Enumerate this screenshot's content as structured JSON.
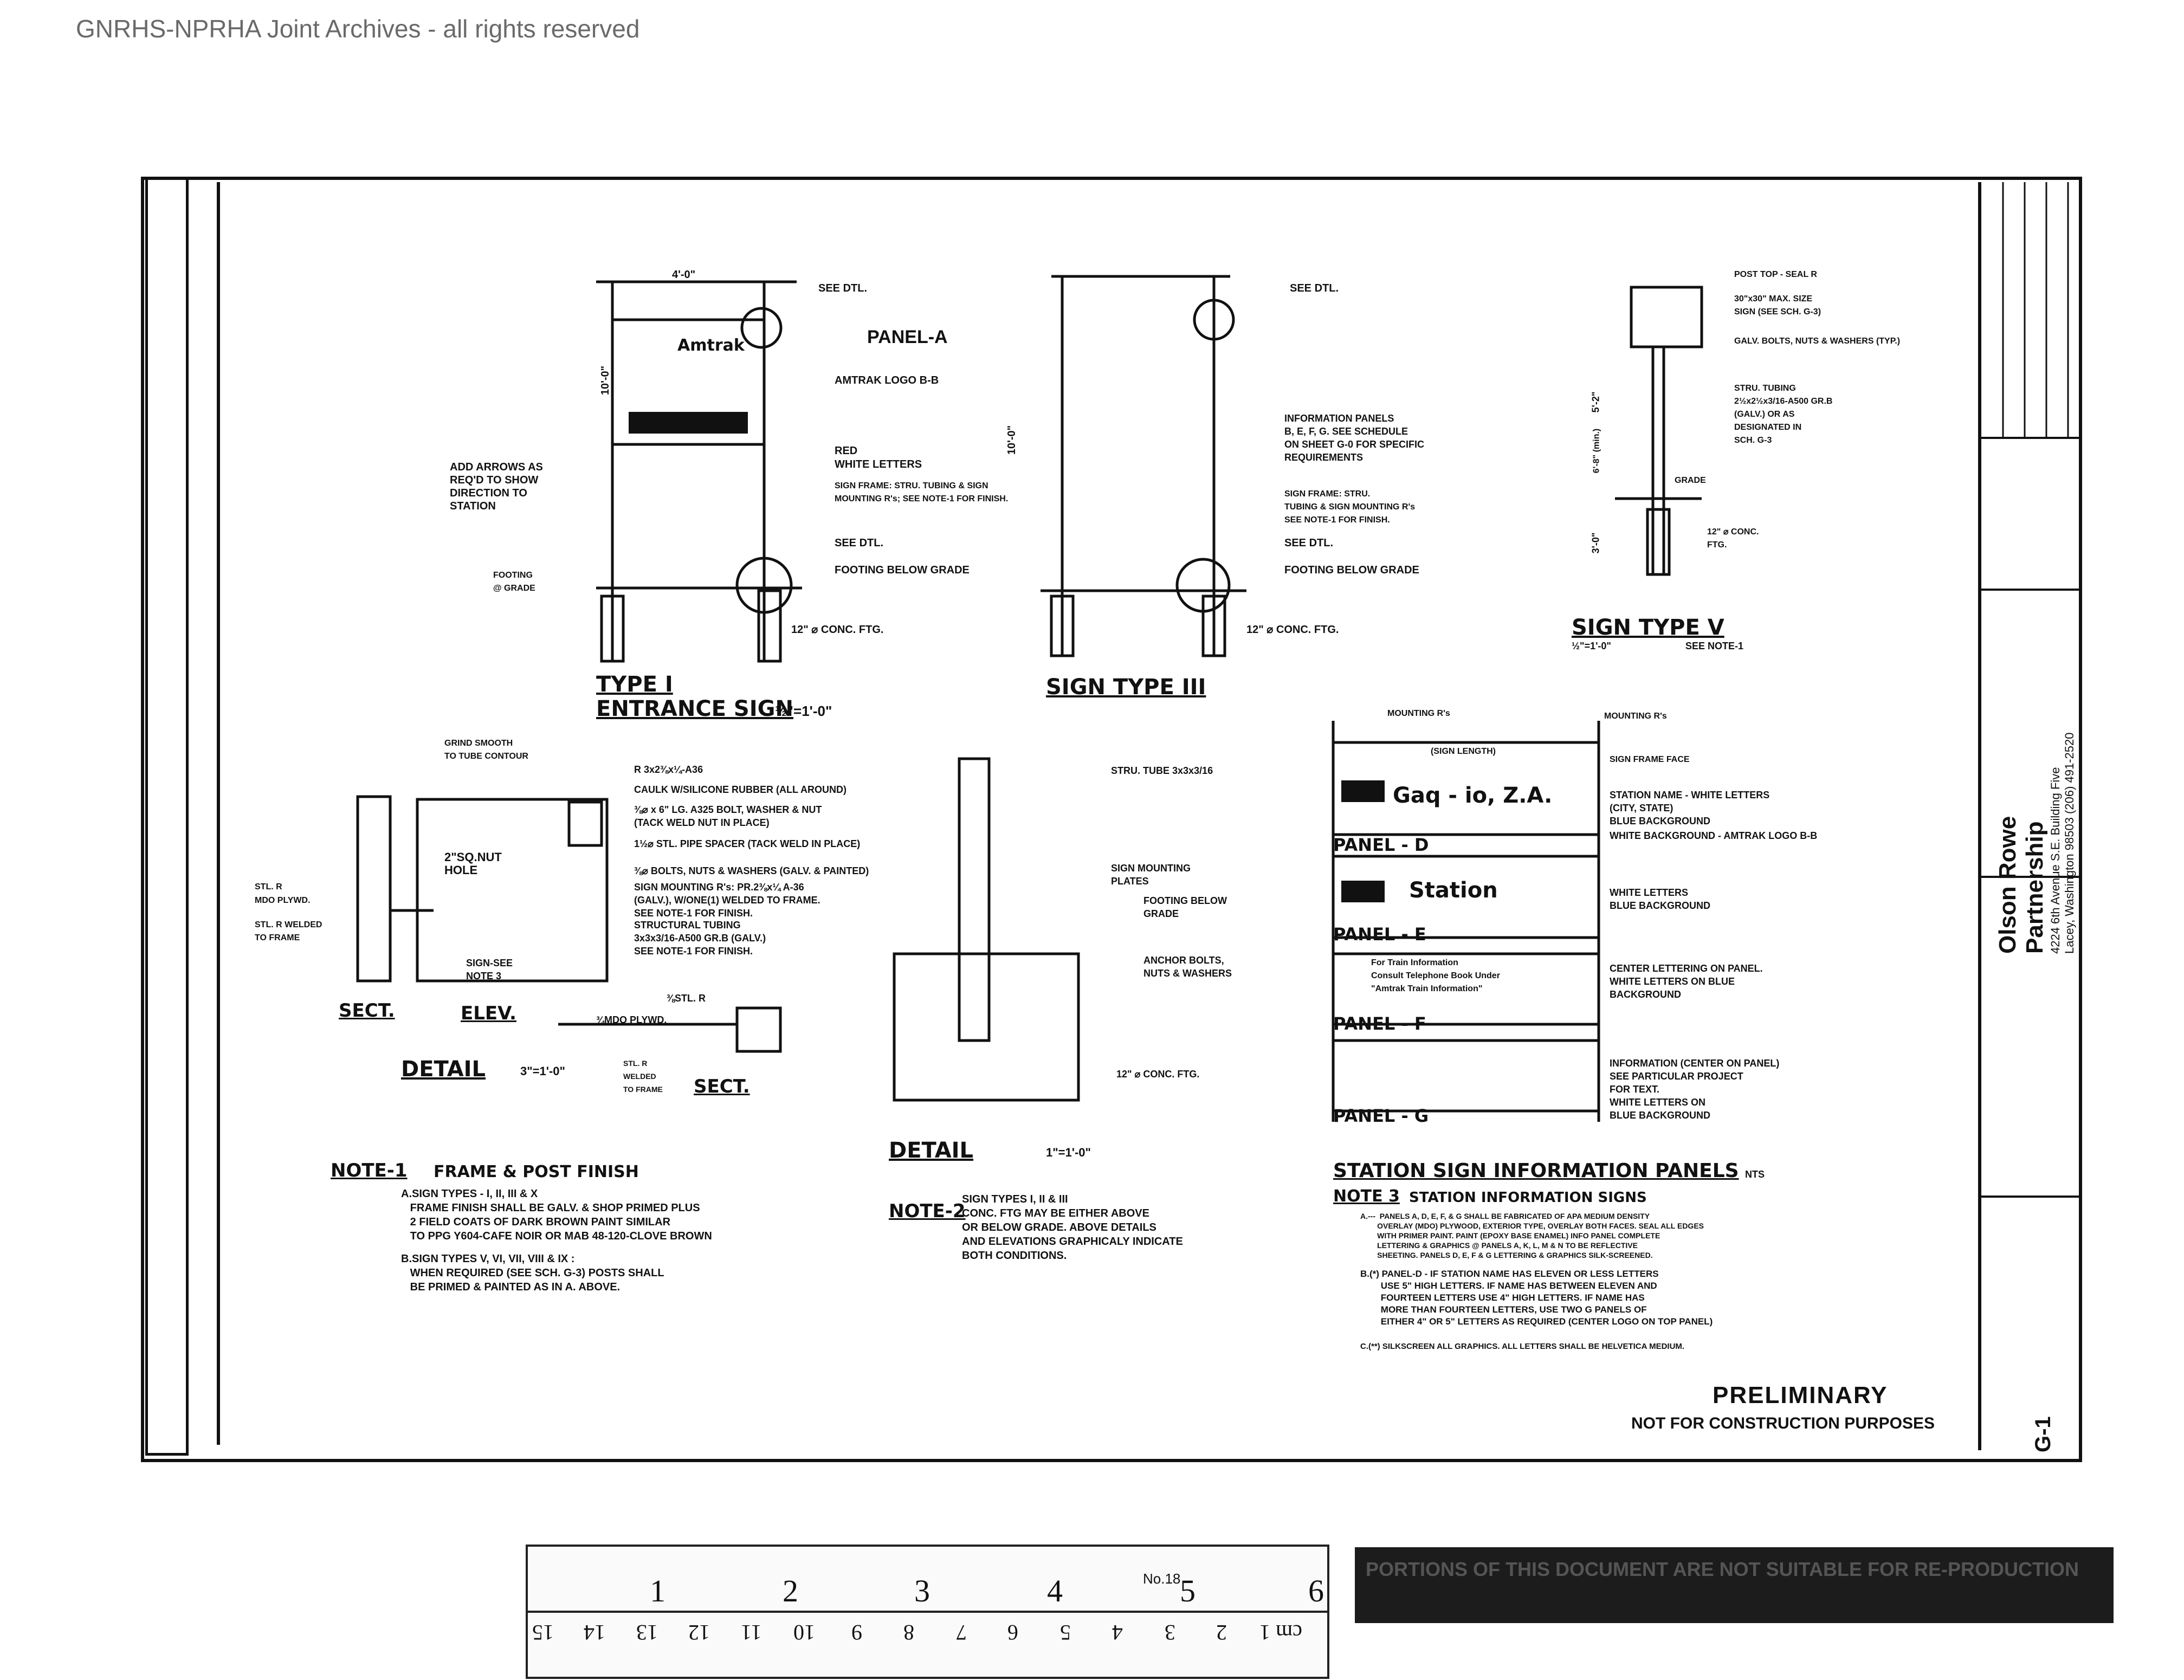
{
  "watermark": "GNRHS-NPRHA Joint Archives - all rights reserved",
  "title_block": {
    "firm": "Olson Rowe Partnership",
    "address": "4224 6th Avenue S.E. Building Five",
    "city": "Lacey, Washington 98503 (206) 491-2520",
    "sheet": "G-1"
  },
  "stamp": {
    "preliminary": "PRELIMINARY",
    "not_for": "NOT FOR CONSTRUCTION PURPOSES"
  },
  "views": {
    "type1_title": "TYPE I",
    "type1_sub": "ENTRANCE SIGN",
    "type1_scale": "½\"=1'-0\"",
    "type3_title": "SIGN TYPE III",
    "type5_title": "SIGN TYPE V",
    "type5_scale": "½\"=1'-0\"",
    "type5_note": "SEE NOTE-1",
    "detail1_title": "DETAIL",
    "detail1_scale": "3\"=1'-0\"",
    "detail2_title": "DETAIL",
    "detail2_scale": "1\"=1'-0\"",
    "sect_a": "SECT.",
    "elev": "ELEV.",
    "sect_b": "SECT.",
    "panels_title": "STATION SIGN INFORMATION PANELS",
    "panels_nts": "NTS"
  },
  "type1_labels": {
    "amtrak": "Amtrak",
    "panel": "PANEL-A",
    "logo": "AMTRAK LOGO B-B",
    "red": "RED",
    "white": "WHITE LETTERS",
    "frame": "SIGN FRAME: STRU. TUBING & SIGN\nMOUNTING R's; SEE NOTE-1 FOR FINISH.",
    "arrows": "ADD ARROWS AS\nREQ'D TO SHOW\nDIRECTION TO\nSTATION",
    "see_dtl_top": "SEE DTL.",
    "see_dtl_bot": "SEE DTL.",
    "footing": "FOOTING BELOW GRADE",
    "footing_grade": "FOOTING\n@ GRADE",
    "conc": "12\" ⌀ CONC. FTG.",
    "height": "10'-0\"",
    "width": "4'-0\""
  },
  "type3_labels": {
    "see_dtl_top": "SEE DTL.",
    "info": "INFORMATION PANELS\nB, E, F, G. SEE SCHEDULE\nON SHEET G-0 FOR SPECIFIC\nREQUIREMENTS",
    "frame": "SIGN FRAME: STRU.\nTUBING & SIGN MOUNTING R's\nSEE NOTE-1 FOR FINISH.",
    "see_dtl_bot": "SEE DTL.",
    "footing": "FOOTING BELOW GRADE",
    "conc": "12\" ⌀ CONC. FTG.",
    "height": "10'-0\""
  },
  "type5_labels": {
    "post_top": "POST TOP - SEAL R",
    "max": "30\"x30\" MAX. SIZE\nSIGN (SEE SCH. G-3)",
    "bolts": "GALV. BOLTS, NUTS & WASHERS (TYP.)",
    "tube": "STRU. TUBING\n2½x2½x3/16-A500 GR.B\n(GALV.) OR AS\nDESIGNATED IN\nSCH. G-3",
    "grade": "GRADE",
    "conc": "12\" ⌀ CONC.\nFTG.",
    "h1": "5'-2\"",
    "h2": "6'-8\" (min.)",
    "h3": "3'-0\""
  },
  "detail_labels": {
    "grind": "GRIND SMOOTH\nTO TUBE CONTOUR",
    "plate": "R 3x2⅜x¼-A36",
    "caulk": "CAULK W/SILICONE RUBBER (ALL AROUND)",
    "bolt": "⅜⌀ x 6\" LG. A325 BOLT, WASHER & NUT\n(TACK WELD NUT IN PLACE)",
    "spacer": "1½⌀ STL. PIPE SPACER (TACK WELD IN PLACE)",
    "hole": "2\"SQ.NUT\nHOLE",
    "bolts": "⅜⌀ BOLTS, NUTS & WASHERS (GALV. & PAINTED)",
    "mount": "SIGN MOUNTING R's: PR.2⅜x¼ A-36\n(GALV.), W/ONE(1) WELDED TO FRAME.\nSEE NOTE-1 FOR FINISH.",
    "tubing": "STRUCTURAL TUBING\n3x3x3/16-A500 GR.B (GALV.)\nSEE NOTE-1 FOR FINISH.",
    "stl": "STL. R",
    "mdo": "MDO PLYWD.",
    "welded": "STL. R WELDED\nTO FRAME",
    "sign": "SIGN-SEE\nNOTE 3",
    "mdo2": "¾MDO PLYWD.",
    "stl2": "⅜STL. R",
    "welded2": "STL. R\nWELDED\nTO FRAME"
  },
  "detail2_labels": {
    "tube": "STRU. TUBE 3x3x3/16",
    "text1": "SIGN MOUNTING\nPLATES",
    "text2": "FOOTING BELOW\nGRADE",
    "text3": "ANCHOR BOLTS,\nNUTS & WASHERS",
    "conc": "12\" ⌀ CONC. FTG."
  },
  "panels": {
    "top1": "MOUNTING R's",
    "top2": "MOUNTING R's",
    "sign_length": "(SIGN LENGTH)",
    "frame_face": "SIGN FRAME FACE",
    "station_text": "Gaq - io, Z.A.",
    "station_note": "STATION NAME - WHITE LETTERS\n(CITY, STATE)\nBLUE BACKGROUND",
    "white_bg": "WHITE BACKGROUND - AMTRAK LOGO B-B",
    "panel_d": "PANEL - D",
    "station2": "Station",
    "white_letters": "WHITE LETTERS\nBLUE BACKGROUND",
    "panel_e": "PANEL - E",
    "train_info": "For Train Information\nConsult Telephone Book Under\n\"Amtrak Train Information\"",
    "center": "CENTER LETTERING ON PANEL.\nWHITE LETTERS ON BLUE\nBACKGROUND",
    "panel_f": "PANEL - F",
    "information": "INFORMATION (CENTER ON PANEL)\nSEE PARTICULAR PROJECT\nFOR TEXT.\nWHITE LETTERS ON\nBLUE BACKGROUND",
    "panel_g": "PANEL - G"
  },
  "notes": {
    "note1_title": "NOTE-1",
    "note1_head": "FRAME & POST FINISH",
    "note1_a": "A.SIGN TYPES - I, II, III & X\n   FRAME FINISH SHALL BE GALV. & SHOP PRIMED PLUS\n   2 FIELD COATS OF DARK BROWN PAINT SIMILAR\n   TO PPG Y604-CAFE NOIR OR MAB 48-120-CLOVE BROWN",
    "note1_b": "B.SIGN TYPES V, VI, VII, VIII & IX :\n   WHEN REQUIRED (SEE SCH. G-3) POSTS SHALL\n   BE PRIMED & PAINTED AS IN A. ABOVE.",
    "note2_title": "NOTE-2",
    "note2_body": "SIGN TYPES I, II & III\nCONC. FTG MAY BE EITHER ABOVE\nOR BELOW GRADE. ABOVE DETAILS\nAND ELEVATIONS GRAPHICALY INDICATE\nBOTH CONDITIONS.",
    "note3_title": "NOTE 3",
    "note3_head": "STATION INFORMATION SIGNS",
    "note3_a": "A.---  PANELS A, D, E, F, & G SHALL BE FABRICATED OF APA MEDIUM DENSITY\n        OVERLAY (MDO) PLYWOOD, EXTERIOR TYPE, OVERLAY BOTH FACES. SEAL ALL EDGES\n        WITH PRIMER PAINT. PAINT (EPOXY BASE ENAMEL) INFO PANEL COMPLETE\n        LETTERING & GRAPHICS @ PANELS A, K, L, M & N TO BE REFLECTIVE\n        SHEETING. PANELS D, E, F & G LETTERING & GRAPHICS SILK-SCREENED.",
    "note3_b": "B.(*) PANEL-D - IF STATION NAME HAS ELEVEN OR LESS LETTERS\n        USE 5\" HIGH LETTERS. IF NAME HAS BETWEEN ELEVEN AND\n        FOURTEEN LETTERS USE 4\" HIGH LETTERS. IF NAME HAS\n        MORE THAN FOURTEEN LETTERS, USE TWO G PANELS OF\n        EITHER 4\" OR 5\" LETTERS AS REQUIRED (CENTER LOGO ON TOP PANEL)",
    "note3_c": "C.(**) SILKSCREEN ALL GRAPHICS. ALL LETTERS SHALL BE HELVETICA MEDIUM."
  },
  "ruler": {
    "inches": [
      "1",
      "2",
      "3",
      "4",
      "5",
      "6"
    ],
    "cm": [
      "cm 1",
      "2",
      "3",
      "4",
      "5",
      "6",
      "7",
      "8",
      "9",
      "10",
      "11",
      "12",
      "13",
      "14",
      "15"
    ],
    "model": "No.18"
  },
  "bottom_bar": "PORTIONS OF THIS DOCUMENT ARE NOT SUITABLE FOR RE-PRODUCTION"
}
